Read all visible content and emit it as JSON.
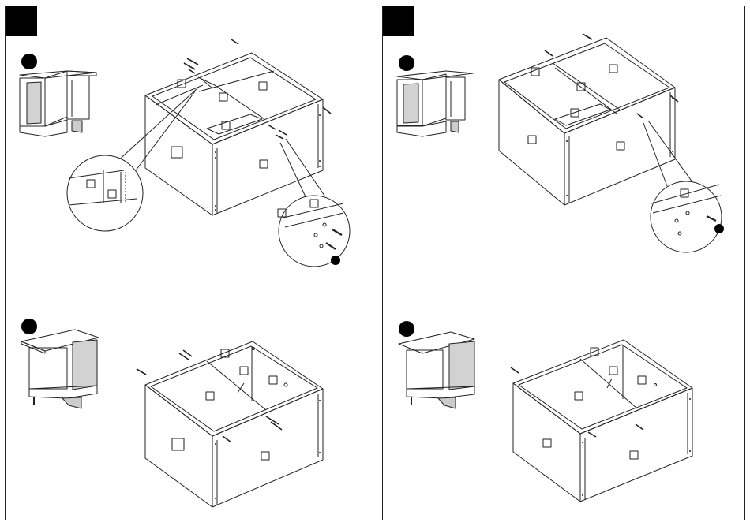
{
  "panels": [
    {
      "id": "left",
      "figures": [
        "top-view-assembly-with-zoom",
        "bottom-view-assembly"
      ]
    },
    {
      "id": "right",
      "figures": [
        "top-view-assembly-with-zoom",
        "bottom-view-assembly"
      ]
    }
  ],
  "colors": {
    "line": "#222222",
    "door_fill": "#d2d2d2",
    "tab_fill": "#000000",
    "paper": "#ffffff"
  }
}
